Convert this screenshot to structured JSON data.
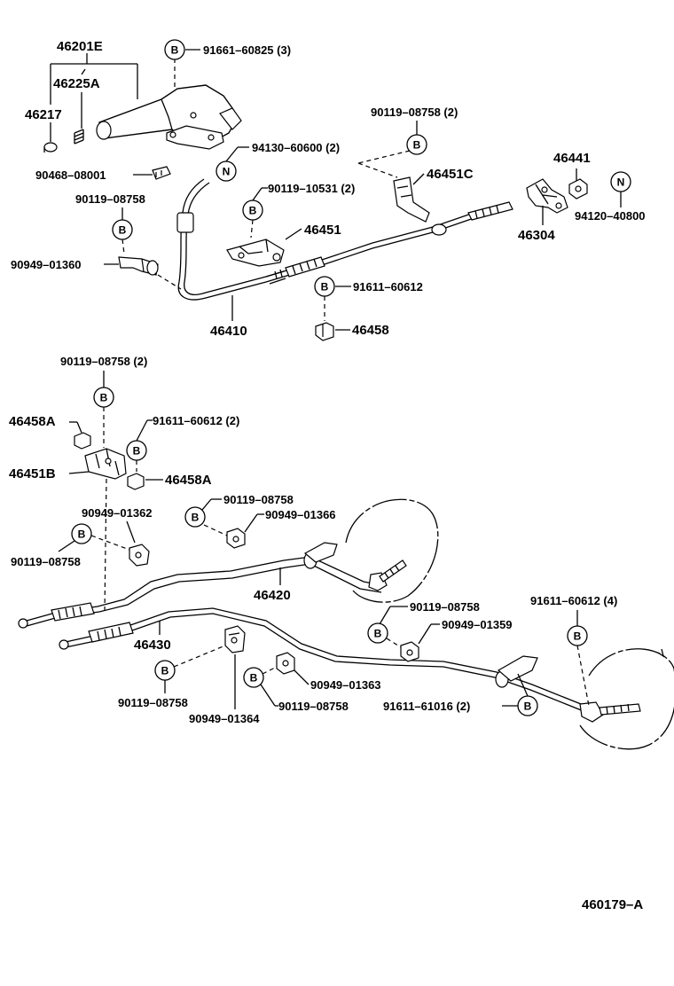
{
  "diagram_id": "460179–A",
  "labels": {
    "p46201E": "46201E",
    "p46225A": "46225A",
    "p46217": "46217",
    "p91661": "91661–60825 (3)",
    "p90468": "90468–08001",
    "p90119a": "90119–08758",
    "p94130": "94130–60600 (2)",
    "p90119_10531": "90119–10531 (2)",
    "p46451": "46451",
    "p90949_01360": "90949–01360",
    "p46410": "46410",
    "p91611a": "91611–60612",
    "p46458": "46458",
    "p90119b": "90119–08758 (2)",
    "p46451C": "46451C",
    "p46441": "46441",
    "p46304": "46304",
    "p94120": "94120–40800",
    "p90119c": "90119–08758 (2)",
    "p46458A1": "46458A",
    "p91611b": "91611–60612 (2)",
    "p46451B": "46451B",
    "p46458A2": "46458A",
    "p90119d": "90119–08758",
    "p90949_01366": "90949–01366",
    "p90949_01362": "90949–01362",
    "p90119e": "90119–08758",
    "p46420": "46420",
    "p90119f": "90119–08758",
    "p90949_01359": "90949–01359",
    "p91611c": "91611–60612 (4)",
    "p46430": "46430",
    "p90119g": "90119–08758",
    "p90949_01364": "90949–01364",
    "p90949_01363": "90949–01363",
    "p90119h": "90119–08758",
    "p91611_61016": "91611–61016 (2)"
  },
  "circle_letters": {
    "b": "B",
    "n": "N"
  }
}
